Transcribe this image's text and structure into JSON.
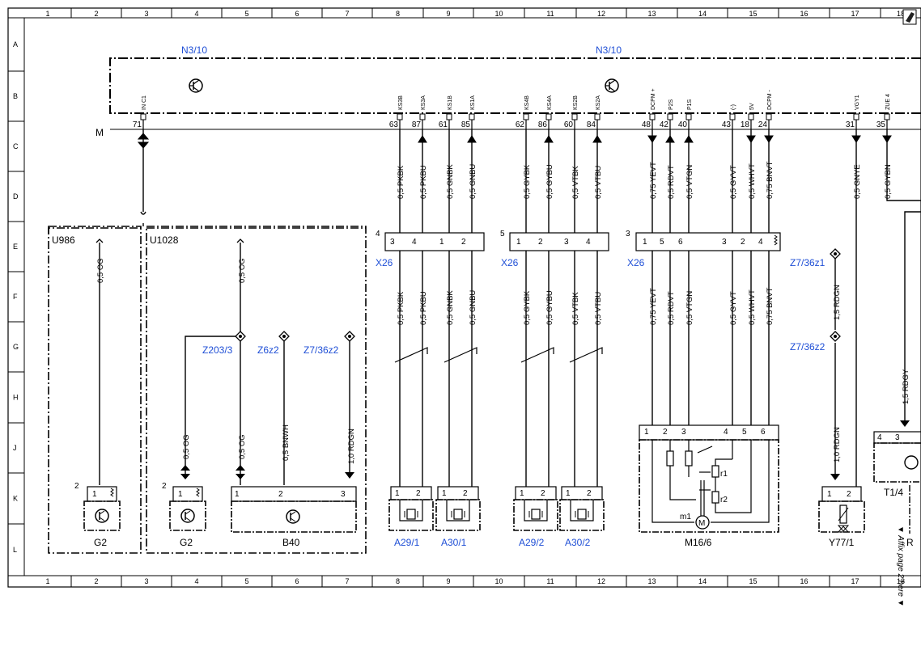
{
  "column_numbers": [
    "1",
    "2",
    "3",
    "4",
    "5",
    "6",
    "7",
    "8",
    "9",
    "10",
    "11",
    "12",
    "13",
    "14",
    "15",
    "16",
    "17",
    "18"
  ],
  "row_letters": [
    "A",
    "B",
    "C",
    "D",
    "E",
    "F",
    "G",
    "H",
    "J",
    "K",
    "L"
  ],
  "modules": {
    "n3_10_left": "N3/10",
    "n3_10_right": "N3/10",
    "m_label": "M"
  },
  "signals": [
    "IN C1",
    "KS3B",
    "KS3A",
    "KS1B",
    "KS1A",
    "KS4B",
    "KS4A",
    "KS2B",
    "KS2A",
    "DCPM +",
    "P2S",
    "P1S",
    "(-)",
    "5V",
    "DCPM -",
    "VGY1",
    "ZUE 4"
  ],
  "pins": [
    "71",
    "63",
    "87",
    "61",
    "85",
    "62",
    "86",
    "60",
    "84",
    "48",
    "42",
    "40",
    "43",
    "18",
    "24",
    "31",
    "35"
  ],
  "wires_upper": [
    "0,5 PKBK",
    "0,5 PKBU",
    "0,5 GNBK",
    "0,5 GNBU",
    "0,5 GYBK",
    "0,5 GYBU",
    "0,5 VTBK",
    "0,5 VTBU",
    "0,75 YEVT",
    "0,5 RDVT",
    "0,5 VTGN",
    "0,5 GYVT",
    "0,5 WHVT",
    "0,75 BNVT",
    "0,5 GNYE",
    "0,5 GYBN"
  ],
  "wires_lower": [
    "0,5 PKBK",
    "0,5 PKBU",
    "0,5 GNBK",
    "0,5 GNBU",
    "0,5 GYBK",
    "0,5 GYBU",
    "0,5 VTBK",
    "0,5 VTBU",
    "0,75 YEVT",
    "0,5 RDVT",
    "0,5 VTGN",
    "0,5 GYVT",
    "0,5 WHVT",
    "0,75 BNVT"
  ],
  "connectors": {
    "x26_a": "X26",
    "x26_b": "X26",
    "x26_c": "X26",
    "x26_a_num": "4",
    "x26_b_num": "5",
    "x26_c_num": "3",
    "x26_a_pins": [
      "3",
      "4",
      "1",
      "2"
    ],
    "x26_b_pins": [
      "1",
      "2",
      "3",
      "4"
    ],
    "x26_c_pins": [
      "1",
      "5",
      "6",
      "3",
      "2",
      "4"
    ]
  },
  "left_section": {
    "u986": "U986",
    "u1028": "U1028",
    "wire_u986": "0,5 OG",
    "wire_u1028_top": "0,5 OG",
    "wire_g2_left": "0,5 OG",
    "wire_g2_right": "0,5 OG",
    "wire_bnwh": "0,5 BNWH",
    "wire_rdgn": "1,0 RDGN",
    "z203": "Z203/3",
    "z6z2": "Z6z2",
    "z7_36z2_left": "Z7/36z2"
  },
  "components": {
    "g2_a": "G2",
    "g2_b": "G2",
    "b40": "B40",
    "a29_1": "A29/1",
    "a30_1": "A30/1",
    "a29_2": "A29/2",
    "a30_2": "A30/2",
    "m16_6": "M16/6",
    "y77_1": "Y77/1",
    "t1_4": "T1/4",
    "m1": "m1",
    "r1": "r1",
    "r2": "r2",
    "motor": "M",
    "t_r": "R"
  },
  "right_section": {
    "z7_36z1": "Z7/36z1",
    "z7_36z2": "Z7/36z2",
    "wire_rdgn_15": "1,5 RDGN",
    "wire_rdgn_10": "1,0 RDGN",
    "wire_rdgy": "1,5 RDGY"
  },
  "small_pins": {
    "g2_a_num": "2",
    "g2_b_num": "2",
    "g2_a_pin": "1",
    "g2_b_pin": "1",
    "b40_pins": [
      "1",
      "2",
      "3"
    ],
    "relay_pins": [
      "1",
      "2"
    ],
    "m16_pins": [
      "1",
      "2",
      "3",
      "4",
      "5",
      "6"
    ],
    "y77_pins": [
      "1",
      "2"
    ],
    "t1_pins": [
      "4",
      "3"
    ]
  },
  "affix_note": "▼ Affix page 2 here ▼",
  "colors": {
    "link_blue": "#1f4fd6",
    "line": "#000000"
  }
}
